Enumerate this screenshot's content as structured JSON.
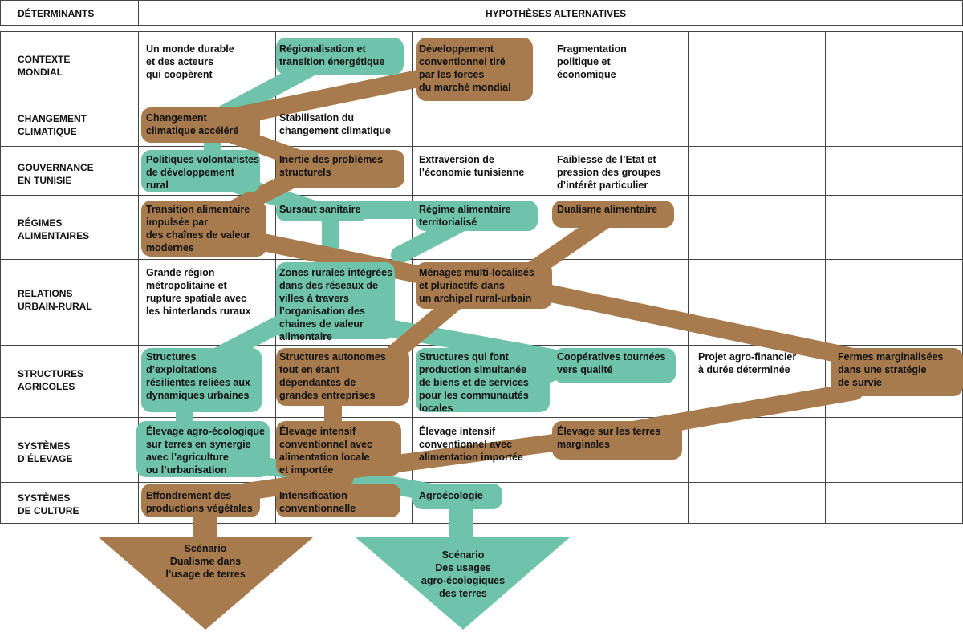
{
  "header": {
    "left": "DÉTERMINANTS",
    "right": "HYPOTHÈSES ALTERNATIVES"
  },
  "rows": [
    {
      "label": "CONTEXTE\nMONDIAL"
    },
    {
      "label": "CHANGEMENT\nCLIMATIQUE"
    },
    {
      "label": "GOUVERNANCE\nEN TUNISIE"
    },
    {
      "label": "RÉGIMES\nALIMENTAIRES"
    },
    {
      "label": "RELATIONS\nURBAIN-RURAL"
    },
    {
      "label": "STRUCTURES\nAGRICOLES"
    },
    {
      "label": "SYSTÈMES\nD’ÉLEVAGE"
    },
    {
      "label": "SYSTÈMES\nDE CULTURE"
    }
  ],
  "hypotheses": {
    "c1": "Un monde durable\net des acteurs\nqui coopèrent",
    "c2": "Régionalisation et\ntransition énergétique",
    "c3": "Développement\nconventionnel tiré\npar les forces\ndu marché mondial",
    "c4": "Fragmentation\npolitique et\néconomique",
    "cc1": "Changement\nclimatique accéléré",
    "cc2": "Stabilisation du\nchangement climatique",
    "g1": "Politiques volontaristes\nde développement\nrural",
    "g2": "Inertie des problèmes\nstructurels",
    "g3": "Extraversion de\nl’économie tunisienne",
    "g4": "Faiblesse de l’Etat et\npression des groupes\nd’intérêt particulier",
    "r1": "Transition alimentaire\nimpulsée par\ndes chaînes de valeur\nmodernes",
    "r2": "Sursaut sanitaire",
    "r3": "Régime alimentaire\nterritorialisé",
    "r4": "Dualisme alimentaire",
    "u1": "Grande région\nmétropolitaine et\nrupture spatiale avec\nles hinterlands ruraux",
    "u2": "Zones rurales intégrées\ndans des réseaux de\nvilles à travers\nl’organisation des\nchaines de valeur\nalimentaire",
    "u3": "Ménages multi-localisés\net pluriactifs dans\nun archipel rural-urbain",
    "s1": "Structures\nd’exploitations\nrésilientes reliées aux\ndynamiques urbaines",
    "s2": "Structures autonomes\ntout en étant\ndépendantes de\ngrandes entreprises",
    "s3": "Structures qui font\nproduction simultanée\nde biens et de services\npour les communautés\nlocales",
    "s4": "Coopératives tournées\nvers  qualité",
    "s5": "Projet agro-financier\nà durée déterminée",
    "s6": "Fermes marginalisées\ndans une stratégie\nde survie",
    "e1": "Élevage agro-écologique\nsur terres en synergie\navec l’agriculture\nou l’urbanisation",
    "e2": "Élevage intensif\nconventionnel avec\nalimentation locale\net importée",
    "e3": "Élevage intensif\nconventionnel avec\nalimentation importée",
    "e4": "Élevage sur les terres\nmarginales",
    "p1": "Effondrement des\nproductions végétales",
    "p2": "Intensification\nconventionnelle",
    "p3": "Agroécologie"
  },
  "scenarios": {
    "brown": "Scénario\nDualisme dans\nl’usage de terres",
    "green": "Scénario\nDes usages\nagro-écologiques\ndes terres"
  },
  "colors": {
    "brown": "#a87b4f",
    "green": "#6fc3aa",
    "grid": "#444444"
  }
}
